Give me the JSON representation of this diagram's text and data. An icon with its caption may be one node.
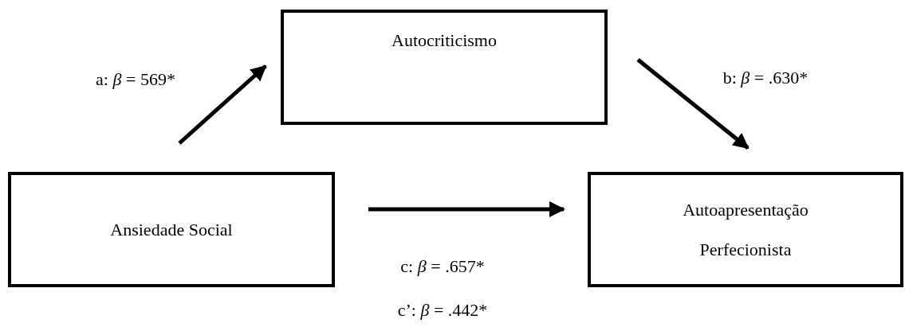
{
  "diagram": {
    "nodes": [
      {
        "text": [
          "Autocriticismo"
        ]
      },
      {
        "text": [
          "Ansiedade Social"
        ]
      },
      {
        "text": [
          "Autoapresentação",
          "Perfecionista"
        ]
      }
    ],
    "edges": [
      {
        "from": 1,
        "to": 0,
        "arrow": "to",
        "label": "a: *β* = 569*"
      },
      {
        "from": 0,
        "to": 2,
        "arrow": "to",
        "label": "b: *β* = .630*"
      },
      {
        "from": 1,
        "to": 2,
        "arrow": "to",
        "label": "c: *β* = .657*"
      }
    ],
    "labels": [
      "c’: *β* = .442*"
    ]
  }
}
